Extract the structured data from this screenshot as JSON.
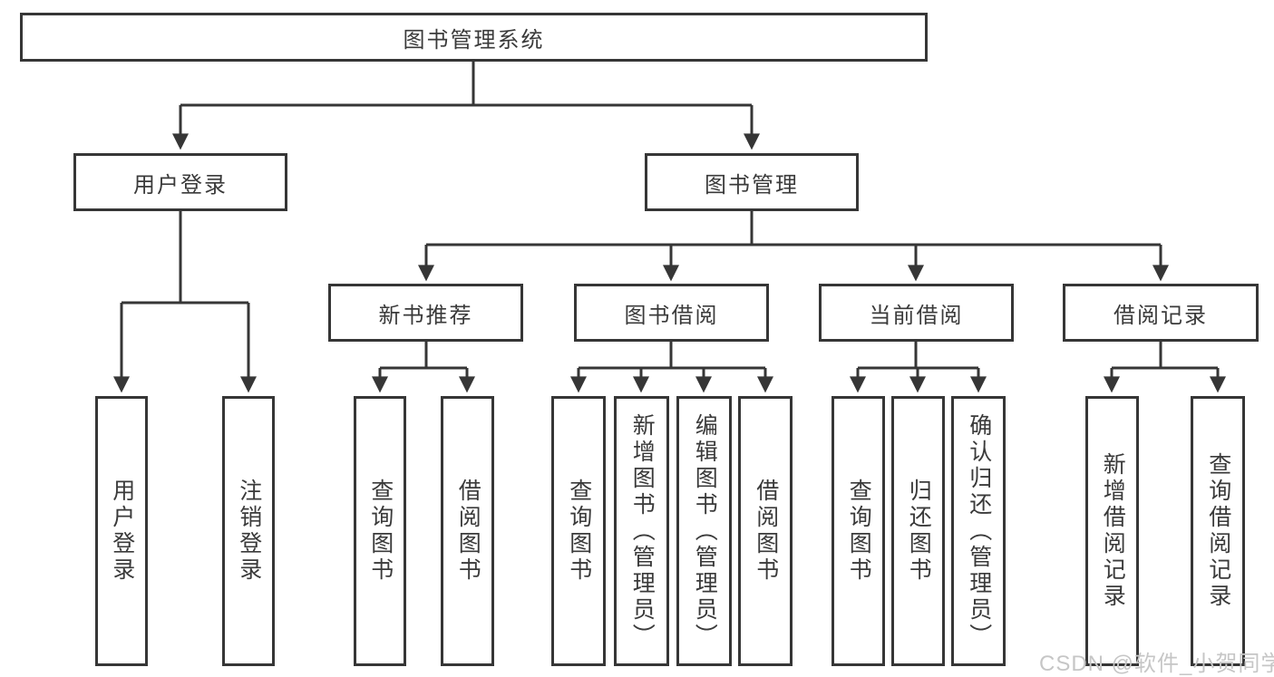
{
  "diagram": {
    "root": {
      "label": "图书管理系统"
    },
    "branches": [
      {
        "label": "用户登录",
        "children": [
          "用户登录",
          "注销登录"
        ]
      },
      {
        "label": "图书管理",
        "modules": [
          {
            "label": "新书推荐",
            "children": [
              "查询图书",
              "借阅图书"
            ]
          },
          {
            "label": "图书借阅",
            "children": [
              "查询图书",
              "新增图书（管理员）",
              "编辑图书（管理员）",
              "借阅图书"
            ]
          },
          {
            "label": "当前借阅",
            "children": [
              "查询图书",
              "归还图书",
              "确认归还（管理员）"
            ]
          },
          {
            "label": "借阅记录",
            "children": [
              "新增借阅记录",
              "查询借阅记录"
            ]
          }
        ]
      }
    ],
    "watermark": "CSDN @软件_小贺同学",
    "colors": {
      "line": "#363636",
      "text": "#3a3a3a",
      "watermark": "#c6c6c6",
      "background": "#ffffff"
    }
  }
}
